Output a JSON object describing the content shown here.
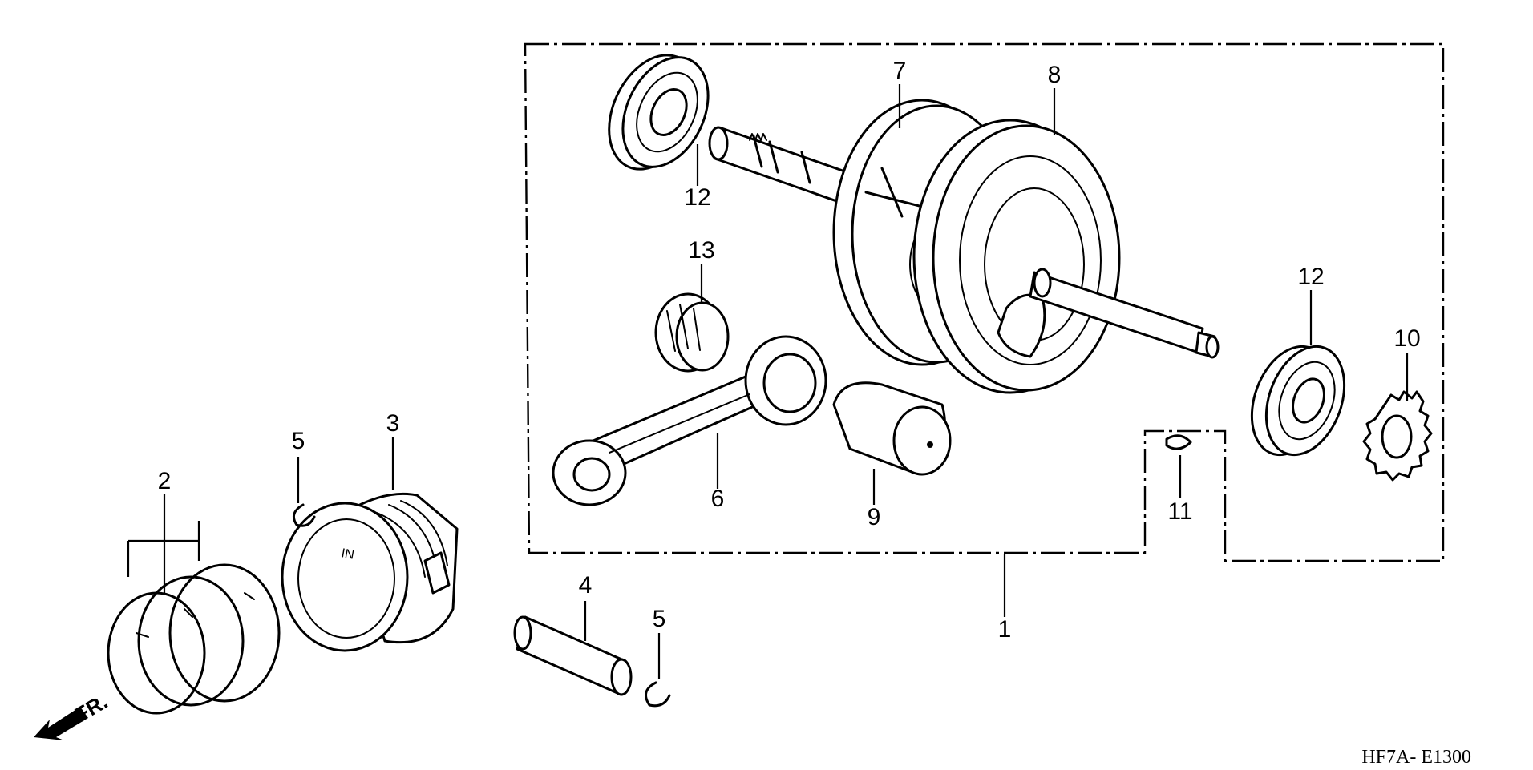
{
  "diagram": {
    "drawing_code": "HF7A- E1300",
    "direction_label": "FR.",
    "piston_mark": "IN",
    "callouts": [
      {
        "id": "c1",
        "label": "1"
      },
      {
        "id": "c2",
        "label": "2"
      },
      {
        "id": "c3",
        "label": "3"
      },
      {
        "id": "c4",
        "label": "4"
      },
      {
        "id": "c5a",
        "label": "5"
      },
      {
        "id": "c5b",
        "label": "5"
      },
      {
        "id": "c6",
        "label": "6"
      },
      {
        "id": "c7",
        "label": "7"
      },
      {
        "id": "c8",
        "label": "8"
      },
      {
        "id": "c9",
        "label": "9"
      },
      {
        "id": "c10",
        "label": "10"
      },
      {
        "id": "c11",
        "label": "11"
      },
      {
        "id": "c12a",
        "label": "12"
      },
      {
        "id": "c12b",
        "label": "12"
      },
      {
        "id": "c13",
        "label": "13"
      }
    ]
  }
}
